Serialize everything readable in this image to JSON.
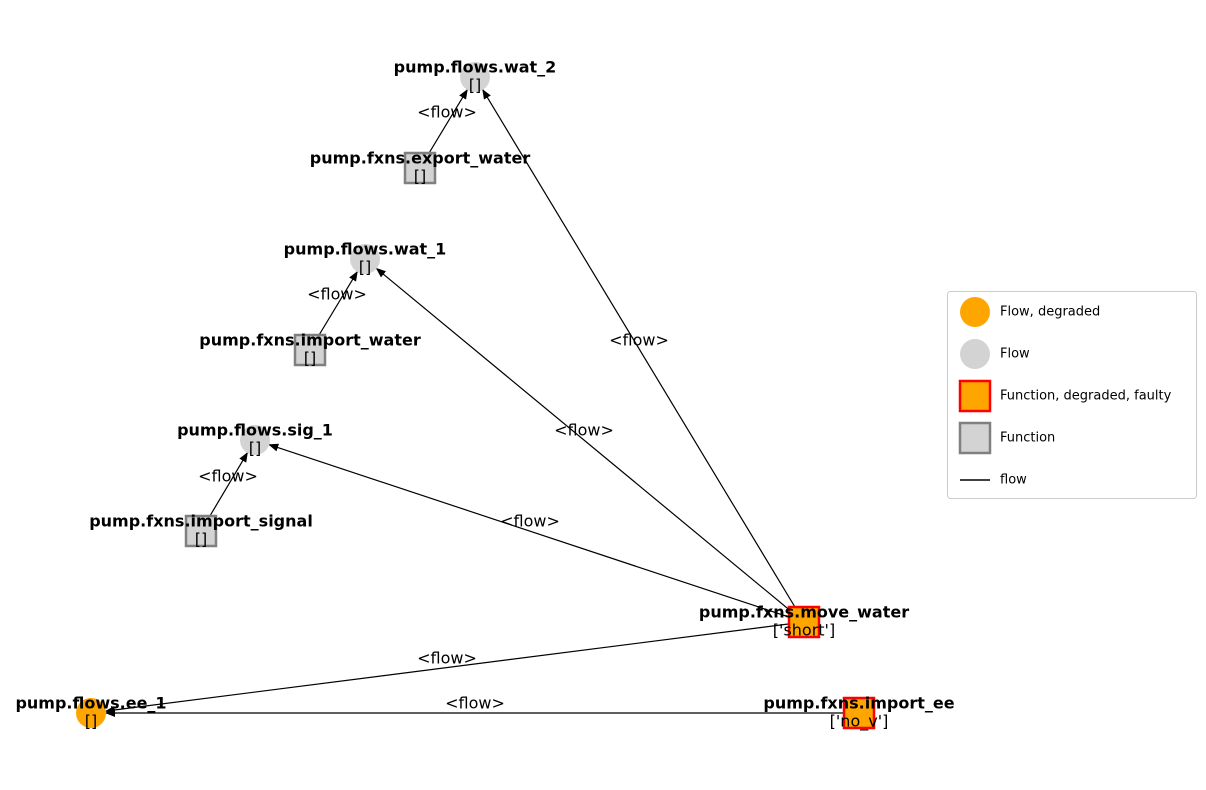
{
  "colors": {
    "flow_degraded": "#FFA500",
    "flow": "#D3D3D3",
    "function_fill": "#D3D3D3",
    "function_border": "#808080",
    "function_degraded_fill": "#FFA500",
    "function_faulty_border": "#FF0000",
    "edge": "#000000"
  },
  "nodes": [
    {
      "id": "wat_2",
      "name": "pump.flows.wat_2",
      "state": "[]",
      "kind": "flow",
      "status": "normal"
    },
    {
      "id": "export_water",
      "name": "pump.fxns.export_water",
      "state": "[]",
      "kind": "function",
      "status": "normal"
    },
    {
      "id": "wat_1",
      "name": "pump.flows.wat_1",
      "state": "[]",
      "kind": "flow",
      "status": "normal"
    },
    {
      "id": "import_water",
      "name": "pump.fxns.import_water",
      "state": "[]",
      "kind": "function",
      "status": "normal"
    },
    {
      "id": "sig_1",
      "name": "pump.flows.sig_1",
      "state": "[]",
      "kind": "flow",
      "status": "normal"
    },
    {
      "id": "import_signal",
      "name": "pump.fxns.import_signal",
      "state": "[]",
      "kind": "function",
      "status": "normal"
    },
    {
      "id": "move_water",
      "name": "pump.fxns.move_water",
      "state": "['short']",
      "kind": "function",
      "status": "faulty"
    },
    {
      "id": "ee_1",
      "name": "pump.flows.ee_1",
      "state": "[]",
      "kind": "flow",
      "status": "degraded"
    },
    {
      "id": "import_ee",
      "name": "pump.fxns.import_ee",
      "state": "['no_v']",
      "kind": "function",
      "status": "faulty"
    }
  ],
  "edges": [
    {
      "from": "export_water",
      "to": "wat_2",
      "label": "<flow>"
    },
    {
      "from": "import_water",
      "to": "wat_1",
      "label": "<flow>"
    },
    {
      "from": "import_signal",
      "to": "sig_1",
      "label": "<flow>"
    },
    {
      "from": "move_water",
      "to": "wat_2",
      "label": "<flow>"
    },
    {
      "from": "move_water",
      "to": "wat_1",
      "label": "<flow>"
    },
    {
      "from": "move_water",
      "to": "sig_1",
      "label": "<flow>"
    },
    {
      "from": "move_water",
      "to": "ee_1",
      "label": "<flow>"
    },
    {
      "from": "import_ee",
      "to": "ee_1",
      "label": "<flow>"
    }
  ],
  "legend": {
    "items": [
      {
        "label": "Flow, degraded",
        "kind": "flow",
        "status": "degraded"
      },
      {
        "label": "Flow",
        "kind": "flow",
        "status": "normal"
      },
      {
        "label": "Function, degraded, faulty",
        "kind": "function",
        "status": "faulty"
      },
      {
        "label": "Function",
        "kind": "function",
        "status": "normal"
      },
      {
        "label": "flow",
        "kind": "line",
        "status": "normal"
      }
    ]
  }
}
